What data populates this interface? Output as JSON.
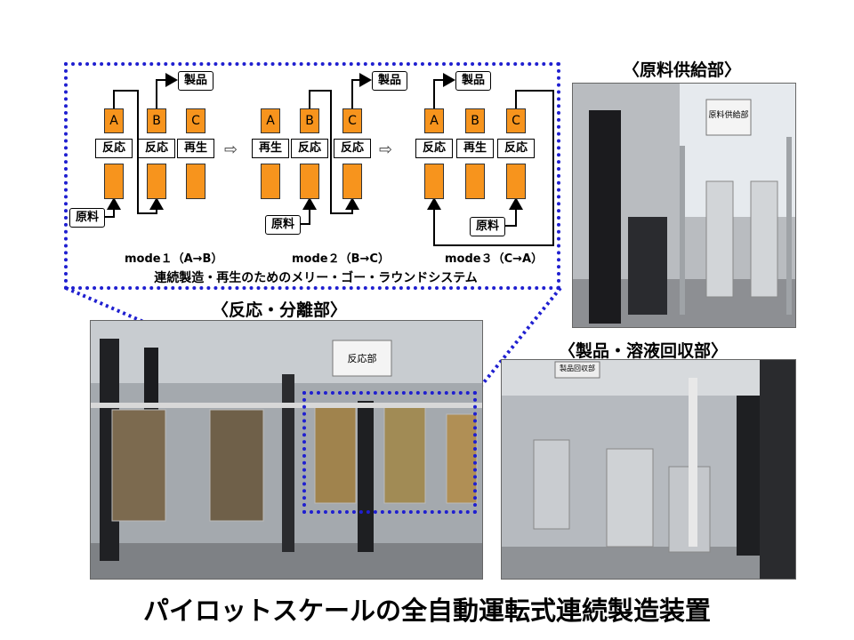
{
  "diagram": {
    "product_label": "製品",
    "feed_label": "原料",
    "column_letters": [
      "A",
      "B",
      "C"
    ],
    "modes": [
      {
        "label": "mode１（A→B）",
        "states": [
          "反応",
          "反応",
          "再生"
        ]
      },
      {
        "label": "mode２（B→C）",
        "states": [
          "再生",
          "反応",
          "反応"
        ]
      },
      {
        "label": "mode３（C→A）",
        "states": [
          "反応",
          "再生",
          "反応"
        ]
      }
    ],
    "caption": "連続製造・再生のためのメリー・ゴー・ラウンドシステム"
  },
  "photos": {
    "reaction_caption": "〈反応・分離部〉",
    "reaction_sign": "反応部",
    "feed_caption": "〈原料供給部〉",
    "feed_sign": "原料供給部",
    "product_caption": "〈製品・溶液回収部〉",
    "product_sign": "製品回収部"
  },
  "page_title": "パイロットスケールの全自動運転式連続製造装置",
  "colors": {
    "column_orange": "#f7941d",
    "frame_blue": "#1f1fd0"
  }
}
